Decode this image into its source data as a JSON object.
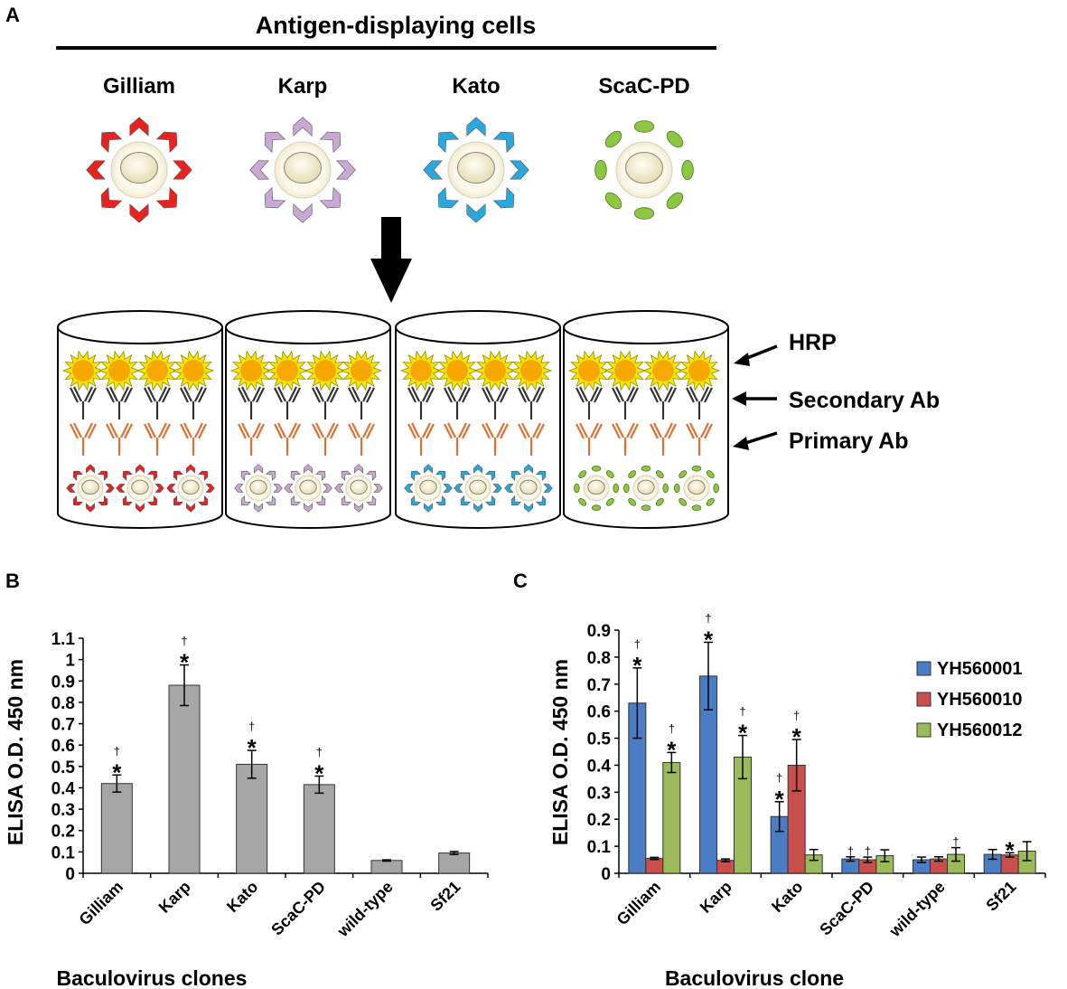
{
  "panels": {
    "a": "A",
    "b": "B",
    "c": "C"
  },
  "panel_a": {
    "title": "Antigen-displaying cells",
    "antigens": [
      {
        "name": "Gilliam",
        "color": "#e8231f",
        "shape": "arrowhead"
      },
      {
        "name": "Karp",
        "color": "#c9a8d4",
        "shape": "arrowhead"
      },
      {
        "name": "Kato",
        "color": "#2aa7df",
        "shape": "arrowhead"
      },
      {
        "name": "ScaC-PD",
        "color": "#8dc63f",
        "shape": "ellipse"
      }
    ],
    "layer_labels": {
      "hrp": "HRP",
      "secondary": "Secondary Ab",
      "primary": "Primary Ab"
    },
    "colors": {
      "hrp_fill": "#f7a800",
      "hrp_ray": "#f2e600",
      "primary_ab": "#e07030",
      "secondary_ab": "#333333",
      "cell_fill": "#f3ecd0"
    }
  },
  "chart_data": [
    {
      "type": "bar",
      "panel": "B",
      "title": "",
      "xlabel": "Baculovirus clones",
      "ylabel": "ELISA O.D. 450 nm",
      "ylim": [
        0,
        1.1
      ],
      "yticks": [
        0,
        0.1,
        0.2,
        0.3,
        0.4,
        0.5,
        0.6,
        0.7,
        0.8,
        0.9,
        1,
        1.1
      ],
      "ytick_labels": [
        "0",
        "0.1",
        "0.2",
        "0.3",
        "0.4",
        "0.5",
        "0.6",
        "0.7",
        "0.8",
        "0.9",
        "1",
        "1.1"
      ],
      "categories": [
        "Gilliam",
        "Karp",
        "Kato",
        "ScaC-PD",
        "wild-type",
        "Sf21"
      ],
      "bar_color": "#a6a6a6",
      "series": [
        {
          "values": [
            0.42,
            0.88,
            0.51,
            0.415,
            0.06,
            0.095
          ],
          "errors": [
            0.04,
            0.095,
            0.065,
            0.04,
            0.003,
            0.007
          ],
          "markers": [
            "*†",
            "*†",
            "*†",
            "*†",
            "",
            ""
          ]
        }
      ]
    },
    {
      "type": "bar",
      "panel": "C",
      "title": "",
      "xlabel": "Baculovirus clone",
      "ylabel": "ELISA O.D. 450 nm",
      "ylim": [
        0,
        0.9
      ],
      "yticks": [
        0,
        0.1,
        0.2,
        0.3,
        0.4,
        0.5,
        0.6,
        0.7,
        0.8,
        0.9
      ],
      "ytick_labels": [
        "0",
        "0.1",
        "0.2",
        "0.3",
        "0.4",
        "0.5",
        "0.6",
        "0.7",
        "0.8",
        "0.9"
      ],
      "categories": [
        "Gilliam",
        "Karp",
        "Kato",
        "ScaC-PD",
        "wild-type",
        "Sf21"
      ],
      "legend_position": "right",
      "series": [
        {
          "name": "YH560001",
          "color": "#4a7dc4",
          "values": [
            0.63,
            0.73,
            0.21,
            0.053,
            0.05,
            0.07
          ],
          "errors": [
            0.13,
            0.125,
            0.055,
            0.008,
            0.01,
            0.018
          ],
          "markers": [
            "*†",
            "*†",
            "*†",
            "†",
            "",
            ""
          ]
        },
        {
          "name": "YH560010",
          "color": "#c94f4c",
          "values": [
            0.055,
            0.048,
            0.4,
            0.05,
            0.053,
            0.068
          ],
          "errors": [
            0.004,
            0.005,
            0.095,
            0.01,
            0.008,
            0.008
          ],
          "markers": [
            "",
            "",
            "*†",
            "†",
            "",
            "*"
          ]
        },
        {
          "name": "YH560012",
          "color": "#9bbb59",
          "values": [
            0.41,
            0.43,
            0.068,
            0.065,
            0.07,
            0.082
          ],
          "errors": [
            0.037,
            0.08,
            0.02,
            0.022,
            0.025,
            0.035
          ],
          "markers": [
            "*†",
            "*†",
            "",
            "",
            "†",
            ""
          ]
        }
      ]
    }
  ]
}
